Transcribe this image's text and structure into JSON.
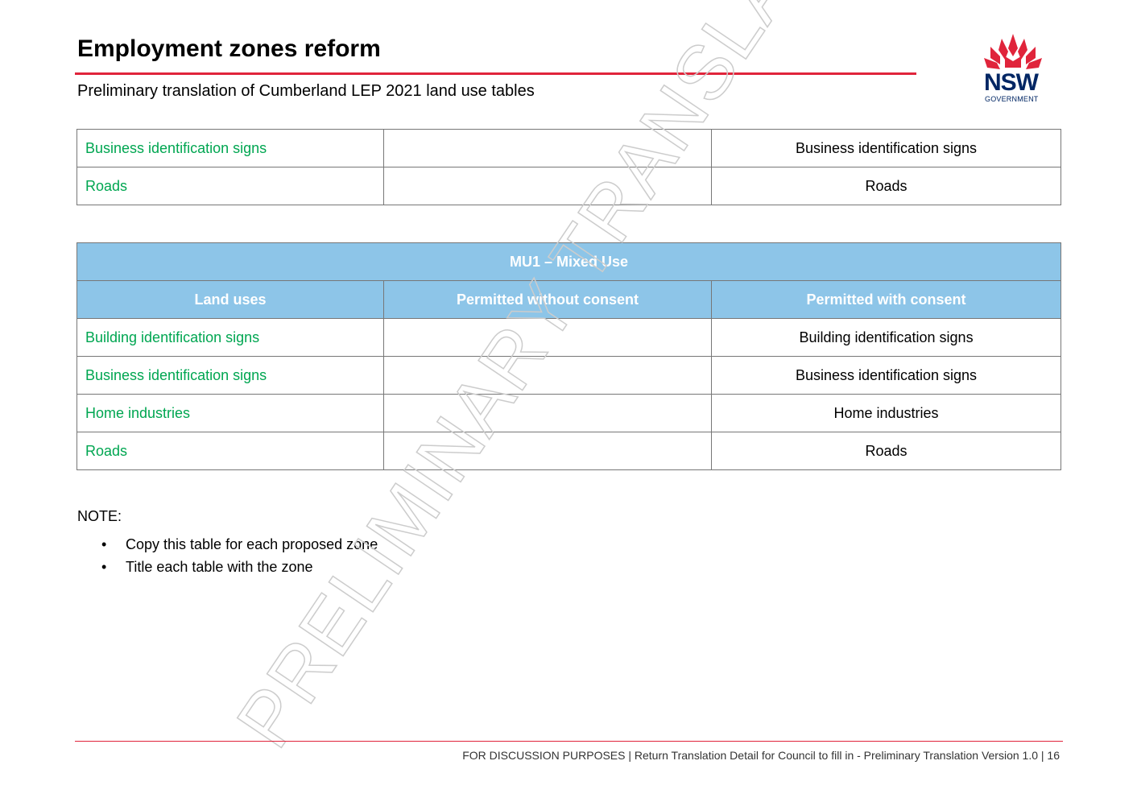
{
  "header": {
    "title": "Employment zones reform",
    "subtitle": "Preliminary translation of Cumberland LEP 2021 land use tables",
    "logo_main": "NSW",
    "logo_sub": "GOVERNMENT"
  },
  "table1": {
    "rows": [
      {
        "land_use": "Business identification signs",
        "without_consent": "",
        "with_consent": "Business identification signs"
      },
      {
        "land_use": "Roads",
        "without_consent": "",
        "with_consent": "Roads"
      }
    ]
  },
  "table2": {
    "zone_title": "MU1 – Mixed Use",
    "headers": [
      "Land uses",
      "Permitted without consent",
      "Permitted with consent"
    ],
    "rows": [
      {
        "land_use": "Building identification signs",
        "without_consent": "",
        "with_consent": "Building identification signs"
      },
      {
        "land_use": "Business identification signs",
        "without_consent": "",
        "with_consent": "Business identification signs"
      },
      {
        "land_use": "Home industries",
        "without_consent": "",
        "with_consent": "Home industries"
      },
      {
        "land_use": "Roads",
        "without_consent": "",
        "with_consent": "Roads"
      }
    ]
  },
  "note": {
    "label": "NOTE:",
    "items": [
      "Copy this table for each proposed zone",
      "Title each table with the zone"
    ]
  },
  "watermark": "PRELIMINARY TRANSLATION",
  "footer": "FOR DISCUSSION PURPOSES | Return Translation Detail for Council to fill in - Preliminary Translation Version 1.0 | 16",
  "colors": {
    "accent_red": "#e0243b",
    "header_blue": "#8dc5e8",
    "land_use_green": "#00a651",
    "nsw_navy": "#002664"
  }
}
